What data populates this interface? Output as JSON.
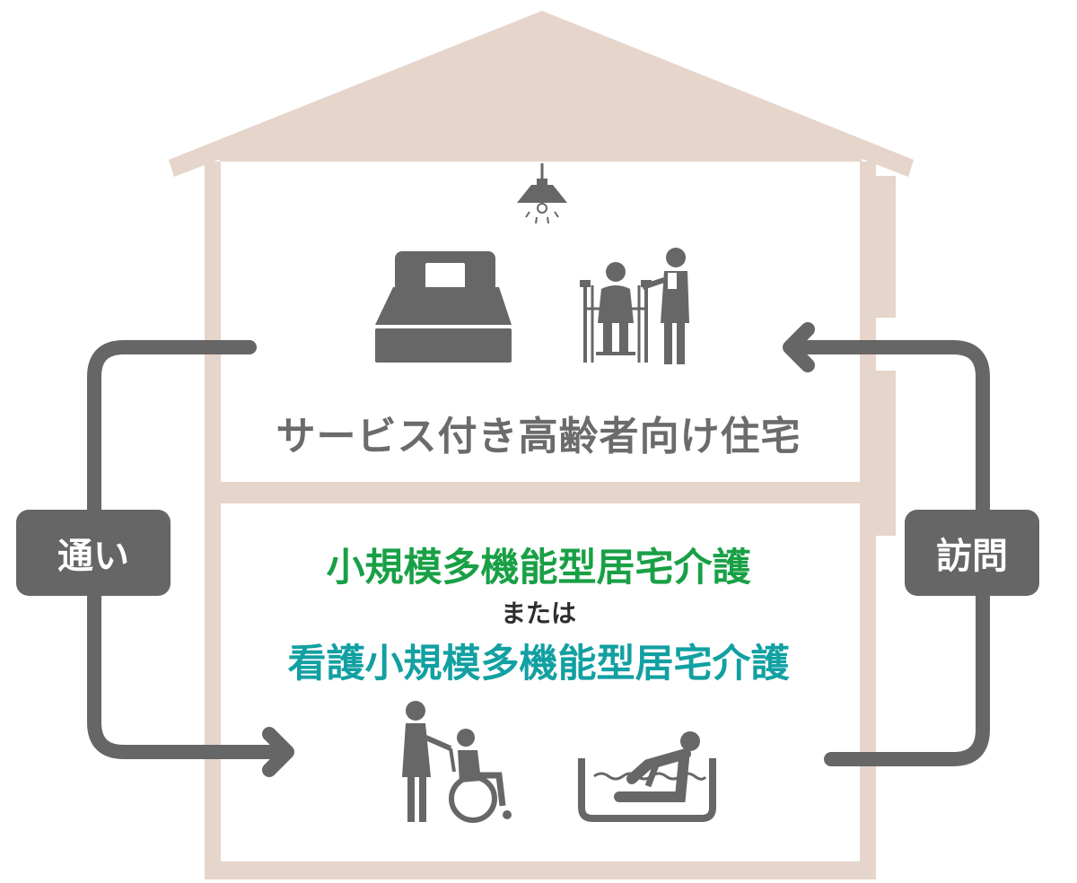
{
  "colors": {
    "house": "#e6d5cb",
    "icon": "#676767",
    "arrow": "#666666",
    "service1": "#19a046",
    "service2": "#12a0a2"
  },
  "upper_floor": {
    "label": "サービス付き高齢者向け住宅",
    "icons": [
      "ceiling-lamp-icon",
      "bed-icon",
      "wheelchair-with-caregiver-icon"
    ]
  },
  "lower_floor": {
    "service_1": "小規模多機能型居宅介護",
    "connector": "または",
    "service_2": "看護小規模多機能型居宅介護",
    "icons": [
      "caregiver-pushing-wheelchair-icon",
      "bathing-assistance-icon"
    ]
  },
  "arrows": {
    "left_label": "通い",
    "right_label": "訪問"
  }
}
